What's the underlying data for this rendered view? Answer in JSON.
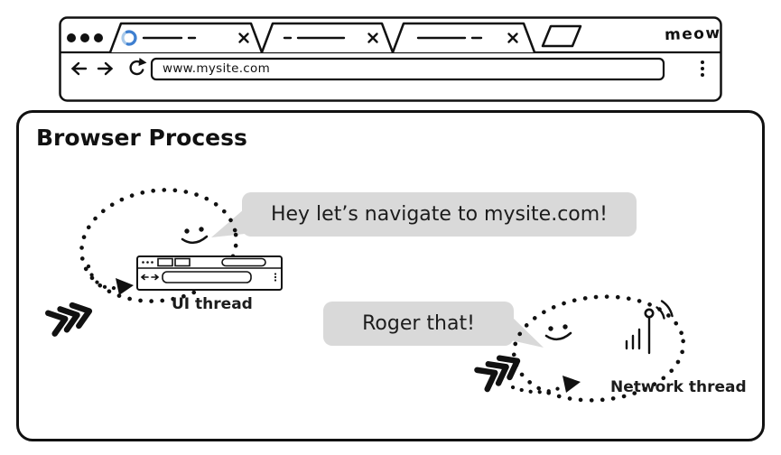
{
  "browser": {
    "brand": "meow",
    "url": "www.mysite.com"
  },
  "process": {
    "title": "Browser Process",
    "bubble_ui": "Hey let’s navigate to mysite.com!",
    "bubble_network": "Roger that!",
    "ui_thread_label": "UI thread",
    "network_thread_label": "Network thread"
  },
  "icons": {
    "tab_loading": "loading-spinner-icon",
    "tab_close": "close-icon",
    "nav_back": "back-arrow-icon",
    "nav_forward": "forward-arrow-icon",
    "nav_refresh": "refresh-icon",
    "window_menu": "vertical-dots-menu-icon",
    "network": "antenna-signal-icon",
    "motion": "motion-chevrons-icon"
  },
  "colors": {
    "ink": "#111111",
    "spinner_blue": "#3e7fd0",
    "spinner_blue_light": "#a8c9ea",
    "bubble_gray": "#d9d9d9"
  }
}
